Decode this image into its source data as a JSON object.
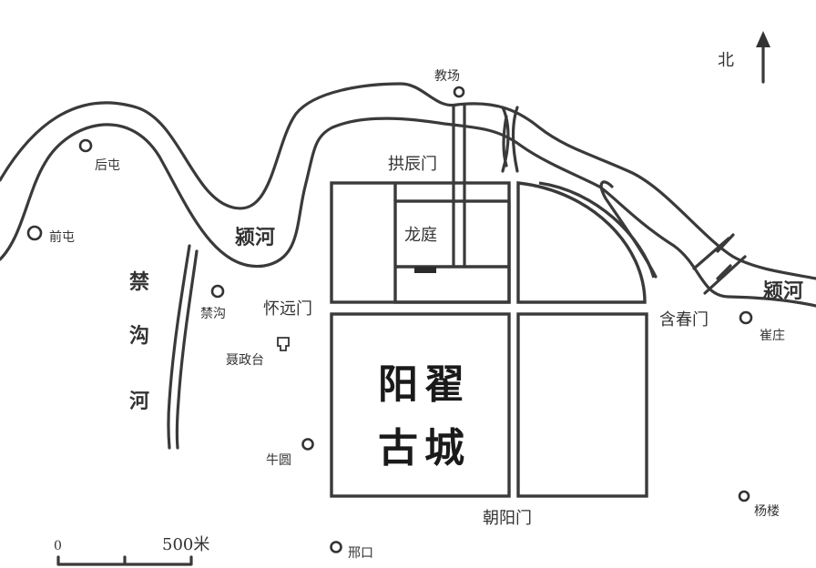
{
  "map": {
    "north": {
      "label": "北",
      "icon": "north-arrow-icon"
    },
    "rivers": [
      {
        "id": "ying-west",
        "label": "颍河"
      },
      {
        "id": "ying-east",
        "label": "颍河"
      },
      {
        "id": "jingou",
        "label_chars": [
          "禁",
          "沟",
          "河"
        ]
      }
    ],
    "city": {
      "name_chars": [
        "阳",
        "翟",
        "古",
        "城"
      ],
      "palace": "龙庭",
      "gates": [
        {
          "id": "gongchen",
          "label": "拱辰门"
        },
        {
          "id": "huaiyuan",
          "label": "怀远门"
        },
        {
          "id": "hanchun",
          "label": "含春门"
        },
        {
          "id": "chaoyang",
          "label": "朝阳门"
        }
      ]
    },
    "villages": [
      {
        "id": "jiaochang",
        "label": "教场"
      },
      {
        "id": "houtun",
        "label": "后屯"
      },
      {
        "id": "qiantun",
        "label": "前屯"
      },
      {
        "id": "jingou",
        "label": "禁沟"
      },
      {
        "id": "niepengtai",
        "label": "聂政台"
      },
      {
        "id": "niuyuan",
        "label": "牛圆"
      },
      {
        "id": "xingkou",
        "label": "邢口"
      },
      {
        "id": "cuizhuang",
        "label": "崔庄"
      },
      {
        "id": "yanglou",
        "label": "杨楼"
      }
    ],
    "scale": {
      "start": "0",
      "end": "500米"
    }
  }
}
